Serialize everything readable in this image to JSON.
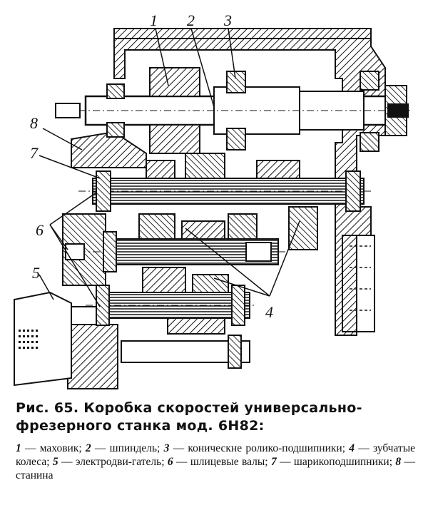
{
  "figure": {
    "callouts": [
      "1",
      "2",
      "3",
      "4",
      "5",
      "6",
      "7",
      "8"
    ]
  },
  "caption": {
    "title_line1": "Рис. 65. Коробка скоростей универсально-",
    "title_line2": "фрезерного станка мод. 6Н82:",
    "legend": [
      {
        "num": "1",
        "text": " — маховик; "
      },
      {
        "num": "2",
        "text": " — шпиндель; "
      },
      {
        "num": "3",
        "text": " — коническне ролико-подшипники; "
      },
      {
        "num": "4",
        "text": " — зубчатые колеса; "
      },
      {
        "num": "5",
        "text": " — электродви-гатель; "
      },
      {
        "num": "6",
        "text": " — шлицевые валы; "
      },
      {
        "num": "7",
        "text": " — шарикоподшипники; "
      },
      {
        "num": "8",
        "text": " — станина"
      }
    ]
  }
}
